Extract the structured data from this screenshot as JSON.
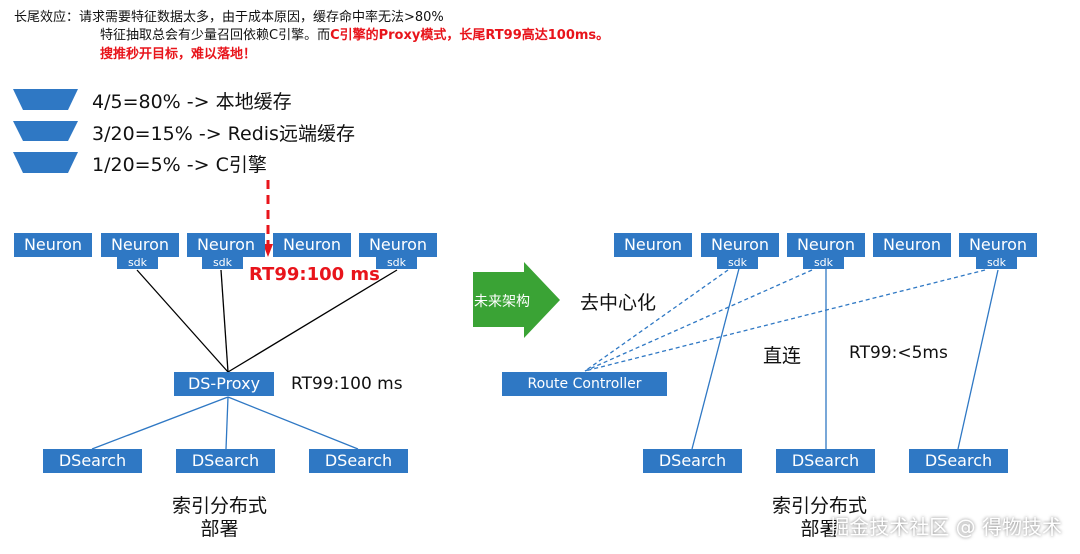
{
  "header": {
    "line1": "长尾效应：请求需要特征数据太多，由于成本原因，缓存命中率无法>80%",
    "line2_prefix": "特征抽取总会有少量召回依赖C引擎。而",
    "line2_red": "C引擎的Proxy模式，长尾RT99高达100ms。",
    "line3_red": "搜推秒开目标，难以落地！"
  },
  "legend": [
    {
      "text": "4/5=80% -> 本地缓存"
    },
    {
      "text": "3/20=15% -> Redis远端缓存"
    },
    {
      "text": "1/20=5% -> C引擎"
    }
  ],
  "left": {
    "neurons": [
      "Neuron",
      "Neuron",
      "Neuron",
      "Neuron",
      "Neuron"
    ],
    "sdk": [
      "sdk",
      "sdk",
      "sdk"
    ],
    "rt_red": "RT99:100 ms",
    "proxy": "DS-Proxy",
    "proxy_rt": "RT99:100 ms",
    "dsearch": [
      "DSearch",
      "DSearch",
      "DSearch"
    ],
    "caption": "索引分布式\n部署"
  },
  "arrow": {
    "label": "未来架构",
    "caption": "去中心化"
  },
  "right": {
    "neurons": [
      "Neuron",
      "Neuron",
      "Neuron",
      "Neuron",
      "Neuron"
    ],
    "sdk": [
      "sdk",
      "sdk",
      "sdk"
    ],
    "route": "Route Controller",
    "direct": "直连",
    "rt": "RT99:<5ms",
    "dsearch": [
      "DSearch",
      "DSearch",
      "DSearch"
    ],
    "caption": "索引分布式\n部署"
  },
  "watermark": "掘金技术社区 @ 得物技术",
  "colors": {
    "box": "#2f78c4",
    "red": "#e8141b",
    "arrow": "#3aa335"
  }
}
